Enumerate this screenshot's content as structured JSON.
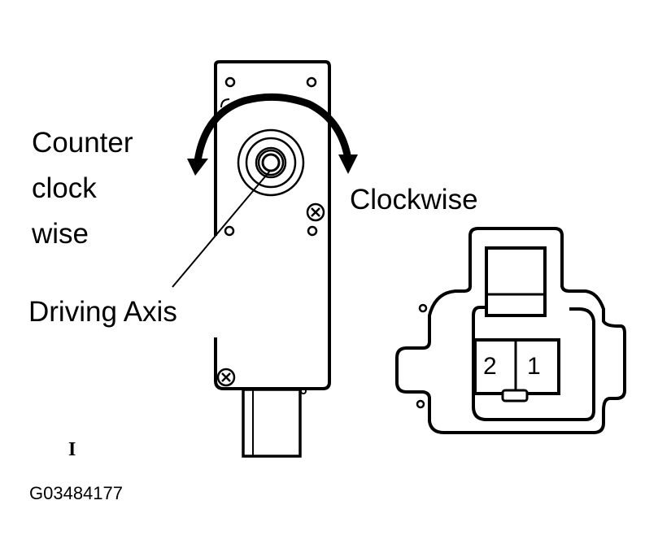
{
  "diagram": {
    "labels": {
      "counter_line1": "Counter",
      "counter_line2": "clock",
      "counter_line3": "wise",
      "clockwise": "Clockwise",
      "driving_axis": "Driving Axis"
    },
    "connector": {
      "terminals": [
        "2",
        "1"
      ]
    },
    "marker": "I",
    "figure_code": "G03484177",
    "colors": {
      "ink": "#000000",
      "background": "#ffffff"
    }
  }
}
